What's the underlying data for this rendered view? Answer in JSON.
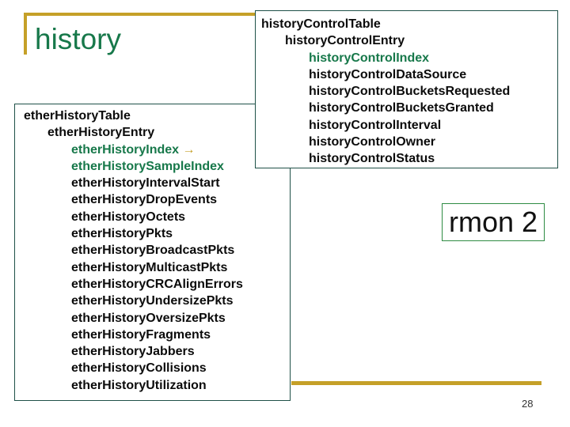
{
  "slide": {
    "title": "history",
    "page_number": "28",
    "rmon_label": "rmon 2",
    "colors": {
      "accent_gold": "#C5A028",
      "green_text": "#17784A",
      "box_border": "#1F5148",
      "rmon_border": "#2E8B43",
      "black_text": "#0b0b0b"
    },
    "control_box": {
      "lines": [
        {
          "text": "historyControlTable",
          "indent": 0,
          "color": "black"
        },
        {
          "text": "historyControlEntry",
          "indent": 1,
          "color": "black"
        },
        {
          "text": "historyControlIndex",
          "indent": 2,
          "color": "green"
        },
        {
          "text": "historyControlDataSource",
          "indent": 2,
          "color": "black"
        },
        {
          "text": "historyControlBucketsRequested",
          "indent": 2,
          "color": "black"
        },
        {
          "text": "historyControlBucketsGranted",
          "indent": 2,
          "color": "black"
        },
        {
          "text": "historyControlInterval",
          "indent": 2,
          "color": "black"
        },
        {
          "text": "historyControlOwner",
          "indent": 2,
          "color": "black"
        },
        {
          "text": "historyControlStatus",
          "indent": 2,
          "color": "black"
        }
      ]
    },
    "ether_box": {
      "lines": [
        {
          "text": "etherHistoryTable",
          "indent": 0,
          "color": "black"
        },
        {
          "text": "etherHistoryEntry",
          "indent": 1,
          "color": "black"
        },
        {
          "text": "etherHistoryIndex",
          "indent": 2,
          "color": "green",
          "arrow": "→"
        },
        {
          "text": "etherHistorySampleIndex",
          "indent": 2,
          "color": "green"
        },
        {
          "text": "etherHistoryIntervalStart",
          "indent": 2,
          "color": "black"
        },
        {
          "text": "etherHistoryDropEvents",
          "indent": 2,
          "color": "black"
        },
        {
          "text": "etherHistoryOctets",
          "indent": 2,
          "color": "black"
        },
        {
          "text": "etherHistoryPkts",
          "indent": 2,
          "color": "black"
        },
        {
          "text": "etherHistoryBroadcastPkts",
          "indent": 2,
          "color": "black"
        },
        {
          "text": "etherHistoryMulticastPkts",
          "indent": 2,
          "color": "black"
        },
        {
          "text": "etherHistoryCRCAlignErrors",
          "indent": 2,
          "color": "black"
        },
        {
          "text": "etherHistoryUndersizePkts",
          "indent": 2,
          "color": "black"
        },
        {
          "text": "etherHistoryOversizePkts",
          "indent": 2,
          "color": "black"
        },
        {
          "text": "etherHistoryFragments",
          "indent": 2,
          "color": "black"
        },
        {
          "text": "etherHistoryJabbers",
          "indent": 2,
          "color": "black"
        },
        {
          "text": "etherHistoryCollisions",
          "indent": 2,
          "color": "black"
        },
        {
          "text": "etherHistoryUtilization",
          "indent": 2,
          "color": "black"
        }
      ]
    }
  }
}
